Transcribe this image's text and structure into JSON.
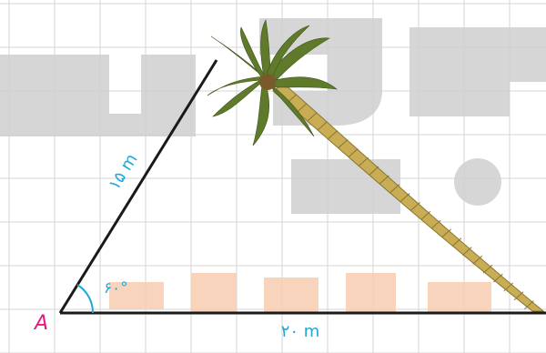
{
  "diagram": {
    "vertex_label": "A",
    "side_slanted_label": "۱۵ m",
    "side_base_label": "۲۰ m",
    "angle_label": "۶۰°",
    "colors": {
      "grid": "#d6d6d6",
      "lines": "#1a1a1a",
      "labels": "#1fa6d9",
      "vertex": "#e6197d",
      "angle_arc": "#1fa6d9",
      "watermark_gray": "#c9c9c9",
      "watermark_orange": "#f6c9a8",
      "palm_leaf": "#5f7a2a",
      "palm_trunk": "#c9ad55"
    },
    "icons": [
      "palm-tree-icon"
    ]
  }
}
